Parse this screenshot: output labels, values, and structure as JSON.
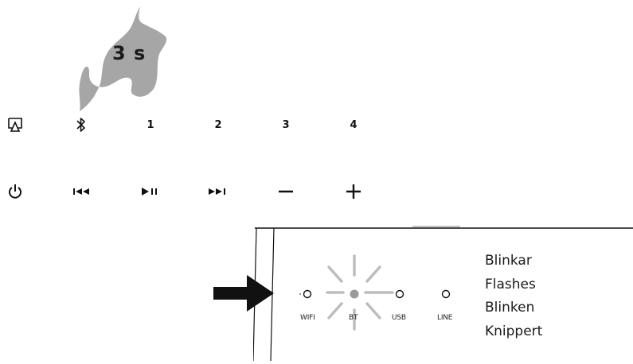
{
  "press": {
    "duration_label": "3 s"
  },
  "top_row": {
    "keys": [
      {
        "icon": "airplay-icon"
      },
      {
        "icon": "bluetooth-icon"
      },
      {
        "label": "1"
      },
      {
        "label": "2"
      },
      {
        "label": "3"
      },
      {
        "label": "4"
      }
    ]
  },
  "bottom_row": {
    "keys": [
      {
        "icon": "power-icon"
      },
      {
        "icon": "previous-track-icon"
      },
      {
        "icon": "play-pause-icon"
      },
      {
        "icon": "next-track-icon"
      },
      {
        "icon": "volume-down-icon"
      },
      {
        "icon": "volume-up-icon"
      }
    ]
  },
  "panel": {
    "indicators": [
      {
        "label": "WIFI",
        "state": "off"
      },
      {
        "label": "BT",
        "state": "flashing"
      },
      {
        "label": "USB",
        "state": "off"
      },
      {
        "label": "LINE",
        "state": "off"
      }
    ]
  },
  "status": {
    "lines": [
      "Blinkar",
      "Flashes",
      "Blinken",
      "Knippert"
    ]
  },
  "colors": {
    "finger": "#a6a6a6",
    "ink": "#111111",
    "led_active": "#9a9a9a",
    "rays": "#bdbdbd"
  }
}
